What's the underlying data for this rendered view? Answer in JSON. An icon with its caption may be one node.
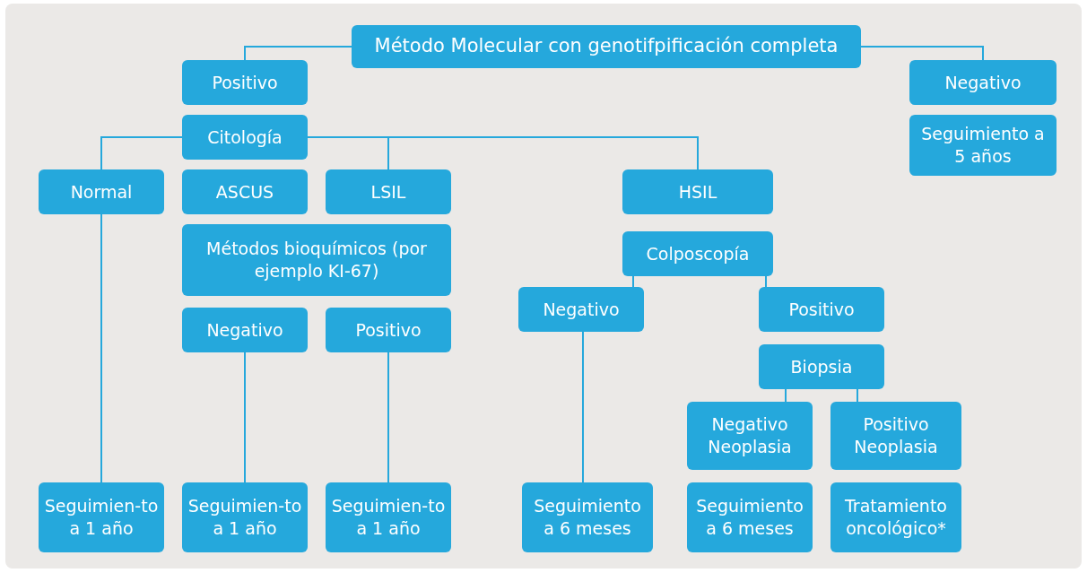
{
  "diagram": {
    "nodes": [
      {
        "text": [
          "Método Molecular con genotifpificación completa"
        ]
      },
      {
        "text": [
          "Positivo"
        ]
      },
      {
        "text": [
          "Negativo"
        ]
      },
      {
        "text": [
          "Citología"
        ]
      },
      {
        "text": [
          "Seguimiento a 5 años"
        ]
      },
      {
        "text": [
          "Normal"
        ]
      },
      {
        "text": [
          "ASCUS"
        ]
      },
      {
        "text": [
          "LSIL"
        ]
      },
      {
        "text": [
          "HSIL"
        ]
      },
      {
        "text": [
          "Métodos bioquímicos (por ejemplo KI-67)"
        ]
      },
      {
        "text": [
          "Colposcopía"
        ]
      },
      {
        "text": [
          "Negativo"
        ]
      },
      {
        "text": [
          "Positivo"
        ]
      },
      {
        "text": [
          "Negativo"
        ]
      },
      {
        "text": [
          "Positivo"
        ]
      },
      {
        "text": [
          "Biopsia"
        ]
      },
      {
        "text": [
          "Negativo Neoplasia"
        ]
      },
      {
        "text": [
          "Positivo Neoplasia"
        ]
      },
      {
        "text": [
          "Seguimien-to a 1 año"
        ]
      },
      {
        "text": [
          "Seguimien-to a 1 año"
        ]
      },
      {
        "text": [
          "Seguimien-to a 1 año"
        ]
      },
      {
        "text": [
          "Seguimiento a 6 meses"
        ]
      },
      {
        "text": [
          "Seguimiento a 6 meses"
        ]
      },
      {
        "text": [
          "Tratamiento oncológico*"
        ]
      }
    ],
    "edges": [
      {
        "from": 0,
        "to": 1,
        "arrow": "none"
      },
      {
        "from": 0,
        "to": 2,
        "arrow": "none"
      },
      {
        "from": 3,
        "to": 5,
        "arrow": "none"
      },
      {
        "from": 3,
        "to": 7,
        "arrow": "none"
      },
      {
        "from": 3,
        "to": 8,
        "arrow": "none"
      },
      {
        "from": 5,
        "to": 18,
        "arrow": "none"
      },
      {
        "from": 11,
        "to": 19,
        "arrow": "none"
      },
      {
        "from": 12,
        "to": 20,
        "arrow": "none"
      },
      {
        "from": 10,
        "to": 13,
        "arrow": "none"
      },
      {
        "from": 10,
        "to": 14,
        "arrow": "none"
      },
      {
        "from": 13,
        "to": 21,
        "arrow": "none"
      },
      {
        "from": 15,
        "to": 16,
        "arrow": "none"
      },
      {
        "from": 15,
        "to": 17,
        "arrow": "none"
      }
    ]
  }
}
